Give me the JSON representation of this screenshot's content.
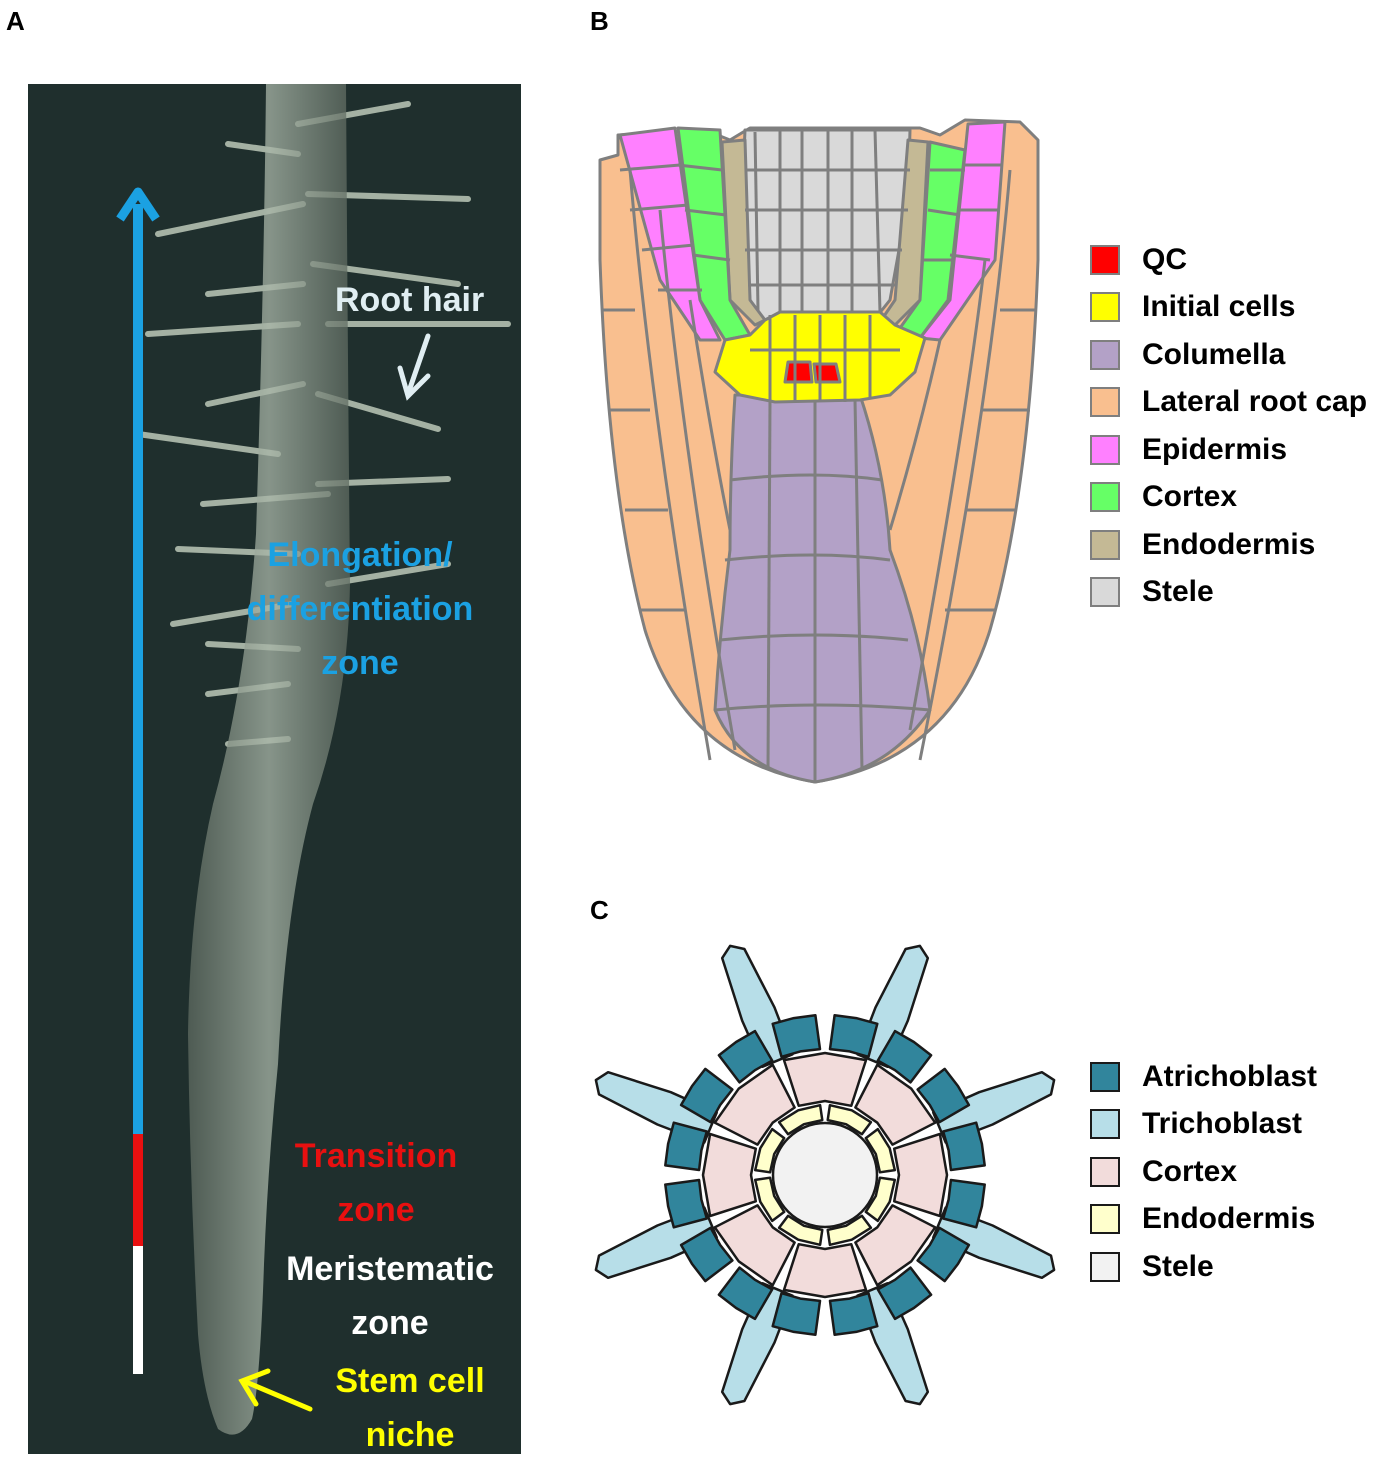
{
  "panels": {
    "a": {
      "letter": "A"
    },
    "b": {
      "letter": "B"
    },
    "c": {
      "letter": "C"
    }
  },
  "photo": {
    "labels": {
      "root_hair": "Root hair",
      "elongation": [
        "Elongation/",
        "differentiation",
        "zone"
      ],
      "transition": [
        "Transition",
        "zone"
      ],
      "meristematic": [
        "Meristematic",
        "zone"
      ],
      "stem_cell": [
        "Stem cell",
        "niche"
      ]
    },
    "zone_colors": {
      "elongation": "#1ba1e2",
      "transition": "#e81010",
      "meristematic": "#ffffff",
      "stem_cell": "#ffff00",
      "root_hair": "#e0eef2"
    }
  },
  "legend_b": [
    {
      "label": "QC",
      "color": "#ff0000"
    },
    {
      "label": "Initial cells",
      "color": "#ffff00"
    },
    {
      "label": "Columella",
      "color": "#b3a1c7"
    },
    {
      "label": "Lateral root cap",
      "color": "#f9bf8f"
    },
    {
      "label": "Epidermis",
      "color": "#ff80ff"
    },
    {
      "label": "Cortex",
      "color": "#66ff66"
    },
    {
      "label": "Endodermis",
      "color": "#c4b995"
    },
    {
      "label": "Stele",
      "color": "#d9d9d9"
    }
  ],
  "legend_c": [
    {
      "label": "Atrichoblast",
      "color": "#31859c"
    },
    {
      "label": "Trichoblast",
      "color": "#b7dee8"
    },
    {
      "label": "Cortex",
      "color": "#f2dcdb"
    },
    {
      "label": "Endodermis",
      "color": "#ffffcc"
    },
    {
      "label": "Stele",
      "color": "#f2f2f2"
    }
  ]
}
